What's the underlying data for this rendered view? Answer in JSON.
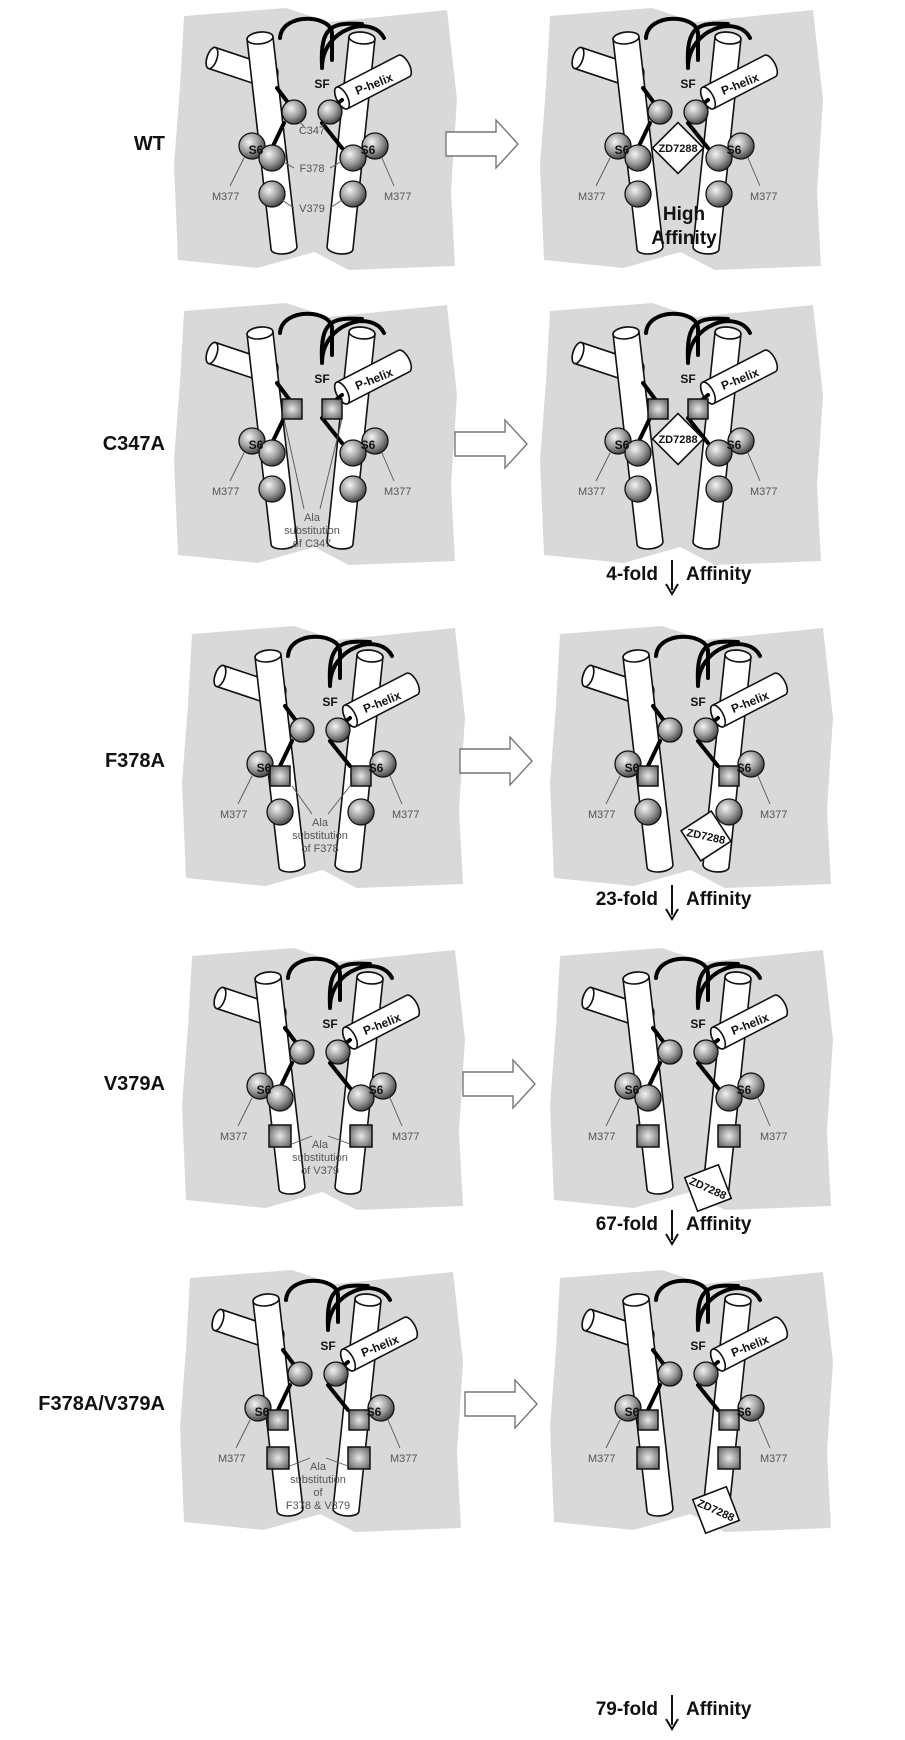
{
  "shared_labels": {
    "s6": "S6",
    "sf": "SF",
    "p_helix": "P-helix",
    "m377": "M377",
    "drug": "ZD7288"
  },
  "rows": [
    {
      "id": "wt",
      "name": "WT",
      "residue_labels": [
        "C347",
        "F378",
        "V379"
      ],
      "substituted_residues": [],
      "outcome": [
        "High",
        "Affinity"
      ],
      "fold_change": null
    },
    {
      "id": "c347a",
      "name": "C347A",
      "ala_text": [
        "Ala",
        "substitution",
        "of C347"
      ],
      "substituted_residues": [
        "C347"
      ],
      "fold_change": "4-fold",
      "affinity_label": "Affinity"
    },
    {
      "id": "f378a",
      "name": "F378A",
      "ala_text": [
        "Ala",
        "substitution",
        "of F378"
      ],
      "substituted_residues": [
        "F378"
      ],
      "fold_change": "23-fold",
      "affinity_label": "Affinity"
    },
    {
      "id": "v379a",
      "name": "V379A",
      "ala_text": [
        "Ala",
        "substitution",
        "of V379"
      ],
      "substituted_residues": [
        "V379"
      ],
      "fold_change": "67-fold",
      "affinity_label": "Affinity"
    },
    {
      "id": "f378a-v379a",
      "name": "F378A/V379A",
      "ala_text": [
        "Ala",
        "substitution",
        "of",
        "F378 & V379"
      ],
      "substituted_residues": [
        "F378",
        "V379"
      ],
      "fold_change": "79-fold",
      "affinity_label": "Affinity"
    }
  ],
  "colors": {
    "background_shape": "#d9d9d9",
    "ink": "#111111",
    "sphere_light": "#f2f2f2",
    "sphere_dark": "#444444"
  }
}
